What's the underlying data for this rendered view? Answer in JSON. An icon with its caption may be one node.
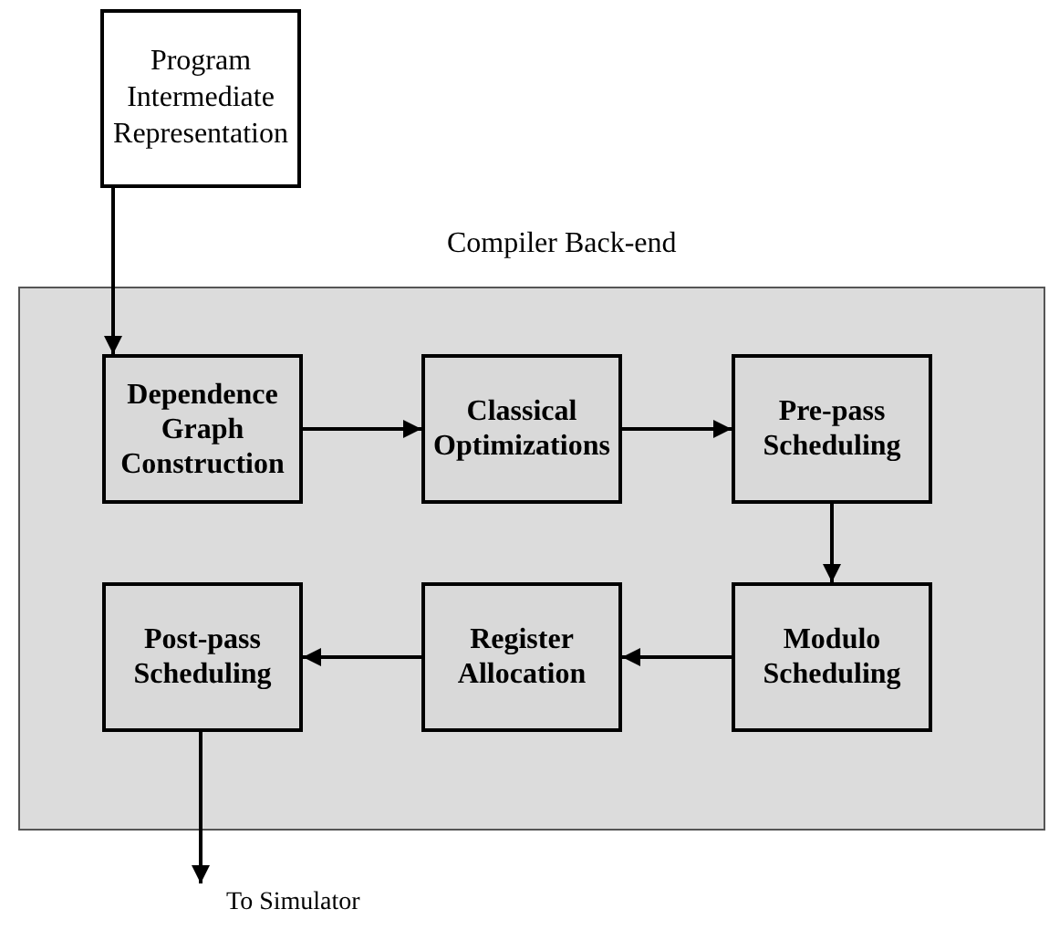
{
  "diagram": {
    "nodes": [
      {
        "text": [
          "Program Intermediate Representation"
        ]
      },
      {
        "text": [
          "Compiler Back-end"
        ]
      },
      {
        "text": [
          "Dependence Graph Construction"
        ],
        "in": 1
      },
      {
        "text": [
          "Classical Optimizations"
        ],
        "in": 1
      },
      {
        "text": [
          "Pre-pass Scheduling"
        ],
        "in": 1
      },
      {
        "text": [
          "Post-pass Scheduling"
        ],
        "in": 1
      },
      {
        "text": [
          "Register Allocation"
        ],
        "in": 1
      },
      {
        "text": [
          "Modulo Scheduling"
        ],
        "in": 1
      },
      {
        "text": [
          "To Simulator"
        ]
      }
    ],
    "edges": [
      {
        "from": 0,
        "to": 2,
        "arrow": "to"
      },
      {
        "from": 2,
        "to": 3,
        "arrow": "to"
      },
      {
        "from": 3,
        "to": 4,
        "arrow": "to"
      },
      {
        "from": 4,
        "to": 7,
        "arrow": "to"
      },
      {
        "from": 7,
        "to": 6,
        "arrow": "to"
      },
      {
        "from": 6,
        "to": 5,
        "arrow": "to"
      },
      {
        "from": 5,
        "to": 8,
        "arrow": "to"
      }
    ]
  }
}
